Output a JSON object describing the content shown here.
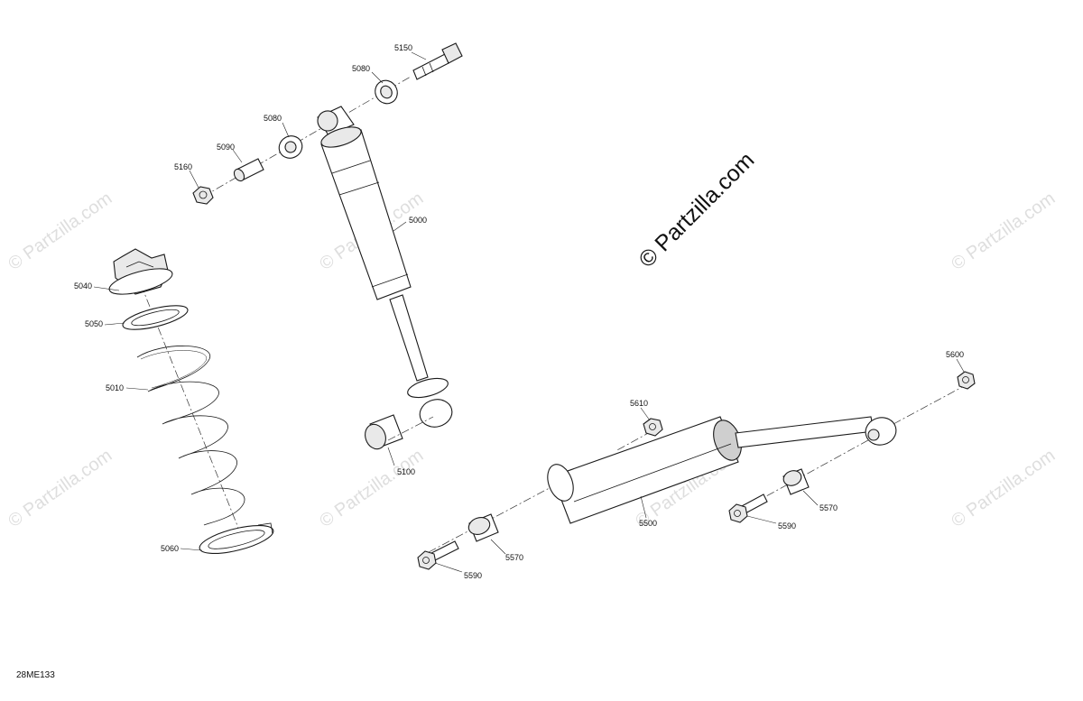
{
  "watermark": {
    "main_text": "© Partzilla.com",
    "tile_text": "© Partzilla.com"
  },
  "drawing_ref": "28ME133",
  "callouts": {
    "c5150": "5150",
    "c5080a": "5080",
    "c5080b": "5080",
    "c5090": "5090",
    "c5160": "5160",
    "c5000": "5000",
    "c5040": "5040",
    "c5050": "5050",
    "c5010": "5010",
    "c5060": "5060",
    "c5100": "5100",
    "c5600": "5600",
    "c5610": "5610",
    "c5500": "5500",
    "c5570a": "5570",
    "c5590a": "5590",
    "c5570b": "5570",
    "c5590b": "5590"
  },
  "colors": {
    "line": "#1a1a1a",
    "watermark": "#d7d7d7",
    "background": "#ffffff"
  }
}
